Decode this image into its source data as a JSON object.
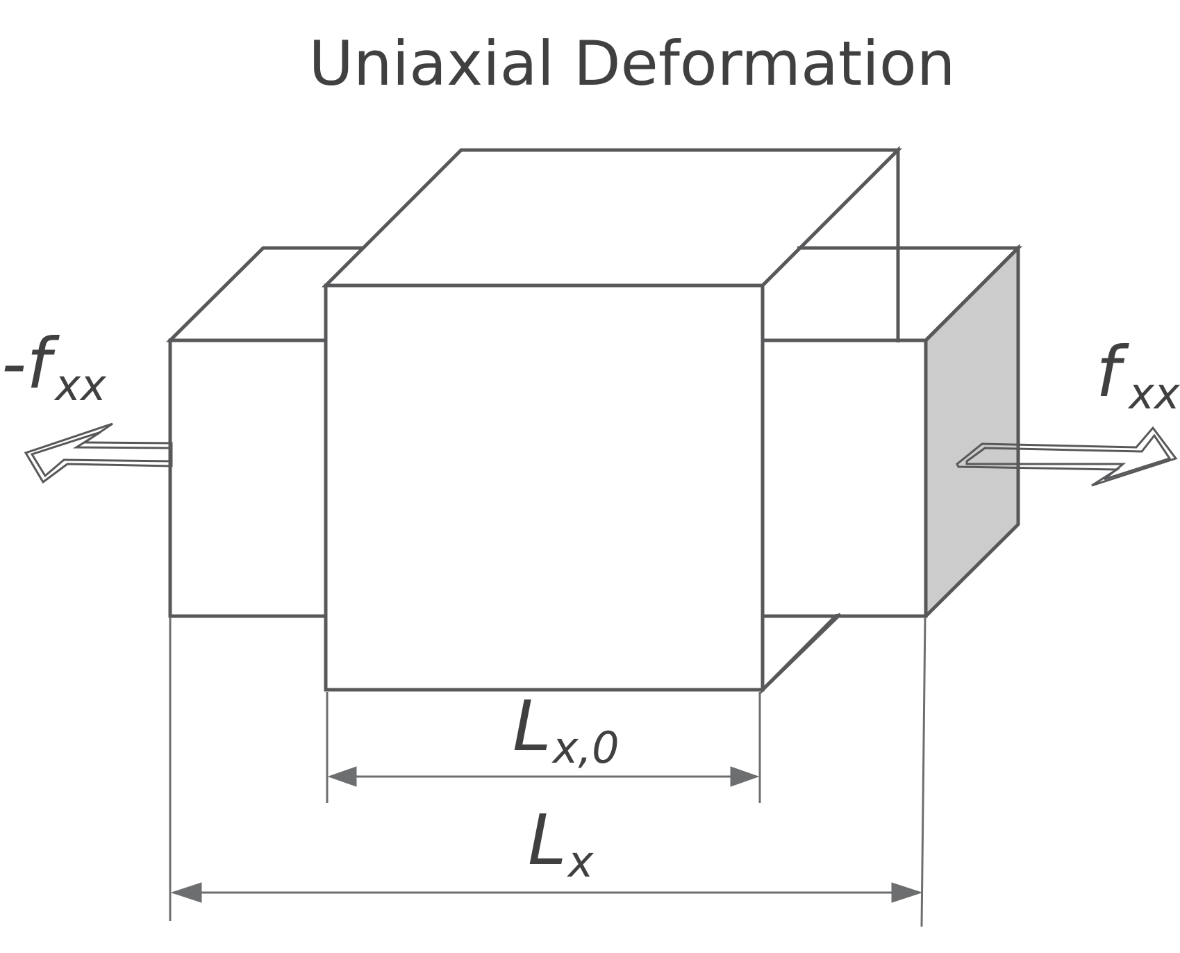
{
  "title": "Uniaxial Deformation",
  "labels": {
    "force_left": {
      "main": "-f",
      "sub": "xx"
    },
    "force_right": {
      "main": "f",
      "sub": "xx"
    },
    "original_length": {
      "main": "L",
      "sub": "x,0"
    },
    "deformed_length": {
      "main": "L",
      "sub": "x"
    }
  },
  "colors": {
    "stroke": "#58585a",
    "text": "#404041",
    "shaded_face": "#cccccc",
    "dimension_line": "#6d6e70"
  }
}
